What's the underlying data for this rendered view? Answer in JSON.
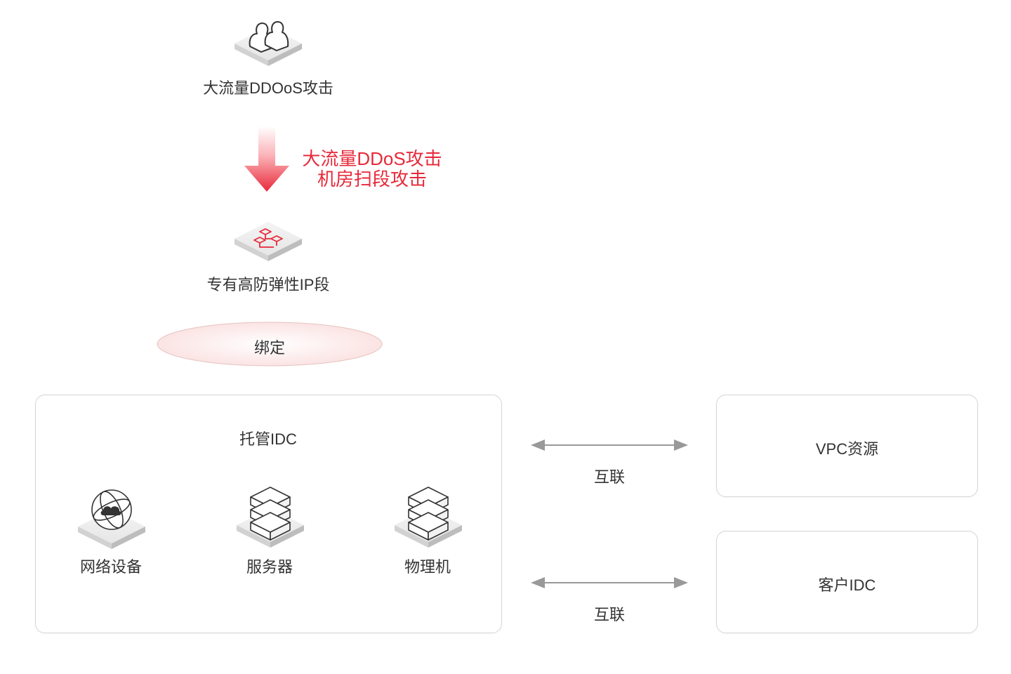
{
  "attack_source": {
    "label": "大流量DDOoS攻击",
    "icon": "users-icon"
  },
  "attack_arrow": {
    "line1": "大流量DDoS攻击",
    "line2": "机房扫段攻击",
    "color": "#e8293a"
  },
  "ip_segment": {
    "label": "专有高防弹性IP段",
    "icon": "network-topology-icon"
  },
  "bind": {
    "label": "绑定"
  },
  "hosted_idc": {
    "title": "托管IDC",
    "items": [
      {
        "label": "网络设备",
        "icon": "globe-cloud-icon"
      },
      {
        "label": "服务器",
        "icon": "server-stack-icon"
      },
      {
        "label": "物理机",
        "icon": "server-stack-icon"
      }
    ]
  },
  "links": [
    {
      "label": "互联"
    },
    {
      "label": "互联"
    }
  ],
  "vpc": {
    "label": "VPC资源"
  },
  "customer_idc": {
    "label": "客户IDC"
  },
  "colors": {
    "accent": "#e8293a",
    "border": "#d6d6d6",
    "bind_fill": "#fdeeee"
  }
}
